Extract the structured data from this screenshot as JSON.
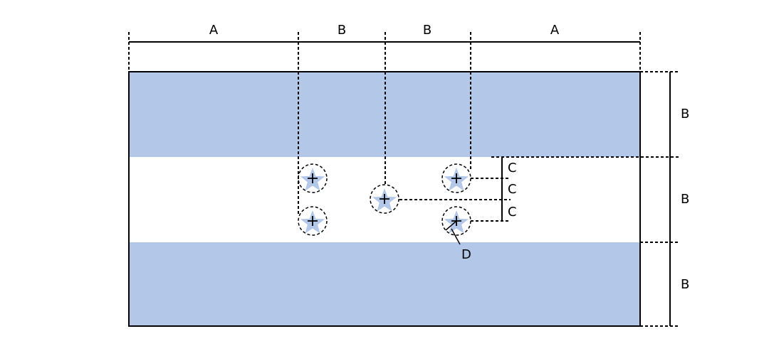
{
  "labels": {
    "top": [
      "A",
      "B",
      "B",
      "A"
    ],
    "right": [
      "B",
      "B",
      "B"
    ],
    "star_spacing": [
      "C",
      "C",
      "C"
    ],
    "star_diameter": "D"
  },
  "colors": {
    "stripe": "#b3c7e9",
    "star": "#b3c7e9",
    "line": "#000000"
  },
  "stars": 5
}
